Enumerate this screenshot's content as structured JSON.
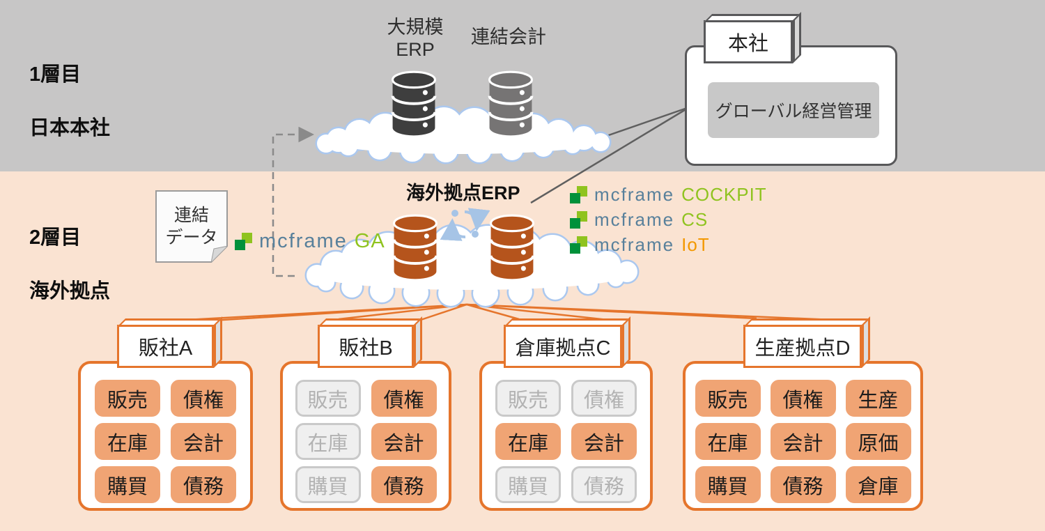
{
  "tier_labels": {
    "tier1": {
      "line1": "1層目",
      "line2": "日本本社"
    },
    "tier2": {
      "line1": "2層目",
      "line2": "海外拠点"
    }
  },
  "hq": {
    "tab_label": "本社",
    "panel_label": "グローバル経営管理"
  },
  "hq_cloud": {
    "db_large_erp_line1": "大規模",
    "db_large_erp_line2": "ERP",
    "db_consolidated_label": "連結会計"
  },
  "overseas": {
    "erp_label": "海外拠点ERP",
    "note": {
      "line1": "連結",
      "line2": "データ"
    },
    "logo_ga": {
      "brand": "mcframe",
      "product": "GA"
    },
    "logo_cockpit": {
      "brand": "mcframe",
      "product": "COCKPIT"
    },
    "logo_cs": {
      "brand": "mcframe",
      "product": "CS"
    },
    "logo_iot": {
      "brand": "mcframe",
      "product": "IoT"
    }
  },
  "sites": [
    {
      "name": "販社A",
      "modules": [
        {
          "label": "販売",
          "state": "on"
        },
        {
          "label": "債権",
          "state": "on"
        },
        {
          "label": "在庫",
          "state": "on"
        },
        {
          "label": "会計",
          "state": "on"
        },
        {
          "label": "購買",
          "state": "on"
        },
        {
          "label": "債務",
          "state": "on"
        }
      ]
    },
    {
      "name": "販社B",
      "modules": [
        {
          "label": "販売",
          "state": "off"
        },
        {
          "label": "債権",
          "state": "on"
        },
        {
          "label": "在庫",
          "state": "off"
        },
        {
          "label": "会計",
          "state": "on"
        },
        {
          "label": "購買",
          "state": "off"
        },
        {
          "label": "債務",
          "state": "on"
        }
      ]
    },
    {
      "name": "倉庫拠点C",
      "modules": [
        {
          "label": "販売",
          "state": "off"
        },
        {
          "label": "債権",
          "state": "off"
        },
        {
          "label": "在庫",
          "state": "on"
        },
        {
          "label": "会計",
          "state": "on"
        },
        {
          "label": "購買",
          "state": "off"
        },
        {
          "label": "債務",
          "state": "off"
        }
      ]
    },
    {
      "name": "生産拠点D",
      "modules": [
        {
          "label": "販売",
          "state": "on"
        },
        {
          "label": "債権",
          "state": "on"
        },
        {
          "label": "生産",
          "state": "on"
        },
        {
          "label": "在庫",
          "state": "on"
        },
        {
          "label": "会計",
          "state": "on"
        },
        {
          "label": "原価",
          "state": "on"
        },
        {
          "label": "購買",
          "state": "on"
        },
        {
          "label": "債務",
          "state": "on"
        },
        {
          "label": "倉庫",
          "state": "on"
        }
      ]
    }
  ],
  "icons": {
    "sync_icon": "circular-arrows",
    "cloud_icon": "cloud",
    "database_icon": "database-cylinder",
    "note_icon": "sticky-note-folded-corner",
    "mcframe_icon": "two-green-squares",
    "flow_arrow": "dashed-arrow"
  },
  "colors": {
    "tier1_bg": "#c7c6c6",
    "tier2_bg": "#fae3d2",
    "orange_border": "#e5752c",
    "chip_active_bg": "#f0a474",
    "chip_inactive_bg": "#efefef",
    "chip_inactive_border": "#c9c9c9",
    "db_dark": "#3e3e3e",
    "db_gray": "#767474",
    "db_orange": "#b5541c",
    "cloud_stroke": "#abc8ef",
    "hq_border": "#58585a",
    "hq_panel_bg": "#c8c8c8",
    "mcframe_brand": "#58809b",
    "mcframe_green": "#8fc31f",
    "mcframe_orange": "#f39800",
    "mcframe_dark_green": "#00913a",
    "sync_blue": "#a6c4e6",
    "line_gray": "#5f5f5f"
  }
}
